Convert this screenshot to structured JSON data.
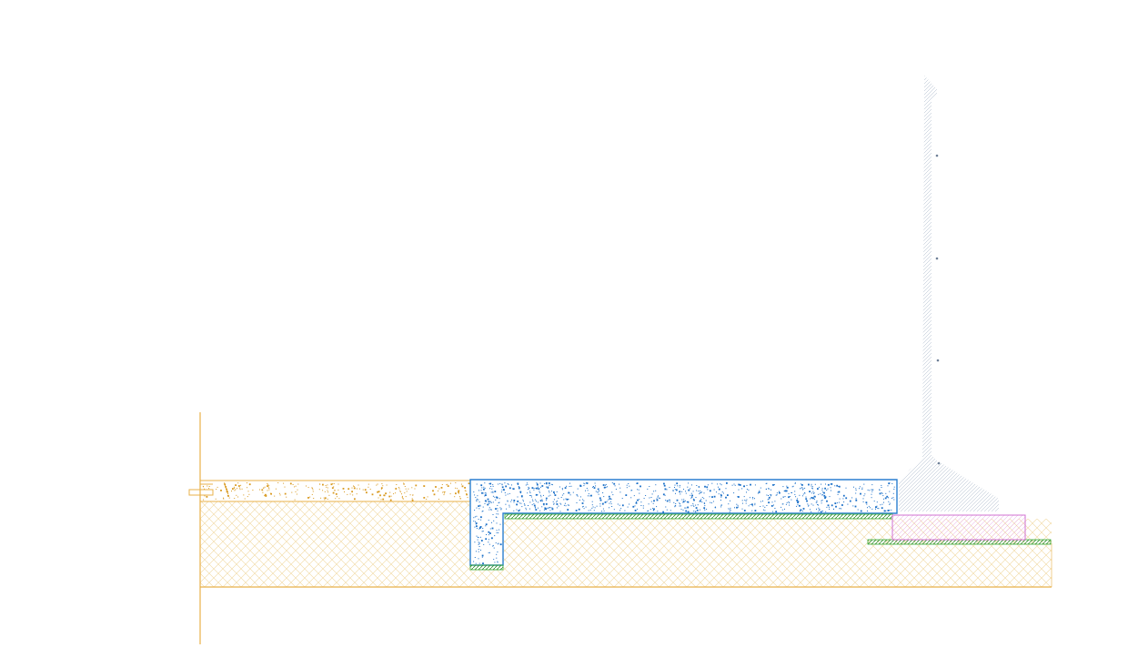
{
  "drawing": {
    "background": "#ffffff",
    "colors": {
      "soil_line": "#e8b04a",
      "soil_hatch": "#f0d8a0",
      "screed_outline": "#e8b04a",
      "screed_speckle": "#d99a20",
      "slab_outline": "#2a7fd0",
      "slab_speckle": "#1a6fc8",
      "membrane": "#3aaa35",
      "membrane_hatch": "#2e8c2a",
      "wall_hatch": "#a9b7c8",
      "wall_dot": "#6d7f96",
      "insulation_outline": "#d070d0",
      "insulation_hatch": "#e6a6e6"
    },
    "elements": [
      "soil-fill",
      "screed-layer",
      "concrete-slab",
      "waterproof-membrane",
      "wall-section",
      "insulation-block",
      "ground-line",
      "vertical-reference-line"
    ]
  }
}
